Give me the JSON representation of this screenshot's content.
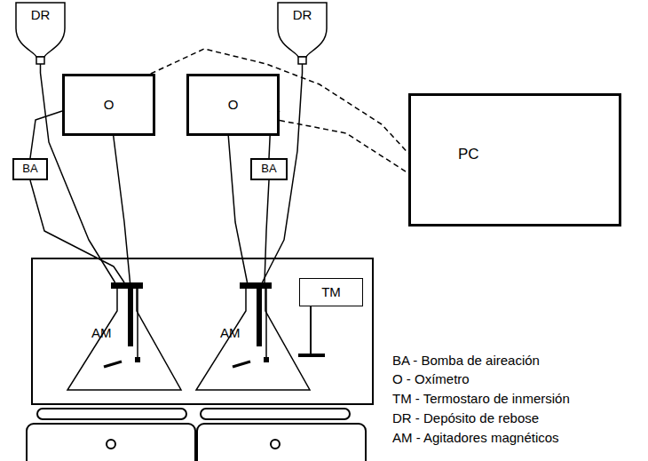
{
  "diagram": {
    "nodes": [
      {
        "text": [
          "DR"
        ]
      },
      {
        "text": [
          "DR"
        ]
      },
      {
        "text": [
          "O"
        ]
      },
      {
        "text": [
          "O"
        ]
      },
      {
        "text": [
          "PC"
        ]
      },
      {
        "text": [
          "BA"
        ]
      },
      {
        "text": [
          "BA"
        ]
      },
      {
        "text": [
          "TM"
        ]
      },
      {
        "text": [
          "AM"
        ]
      },
      {
        "text": [
          "AM"
        ]
      }
    ],
    "edges": [
      {
        "from": 0,
        "to": 8,
        "arrow": "none"
      },
      {
        "from": 1,
        "to": 9,
        "arrow": "none"
      },
      {
        "from": 2,
        "to": 5,
        "arrow": "none"
      },
      {
        "from": 5,
        "to": 8,
        "arrow": "none"
      },
      {
        "from": 2,
        "to": 8,
        "arrow": "none"
      },
      {
        "from": 3,
        "to": 6,
        "arrow": "none"
      },
      {
        "from": 6,
        "to": 9,
        "arrow": "none"
      },
      {
        "from": 3,
        "to": 9,
        "arrow": "none"
      },
      {
        "from": 2,
        "to": 4,
        "arrow": "none"
      },
      {
        "from": 3,
        "to": 4,
        "arrow": "none"
      }
    ],
    "labels": [
      "BA - Bomba de aireación",
      "O - Oxímetro",
      "TM - Termostaro de inmersión",
      "DR - Depósito de rebose",
      "AM - Agitadores magnéticos"
    ]
  }
}
